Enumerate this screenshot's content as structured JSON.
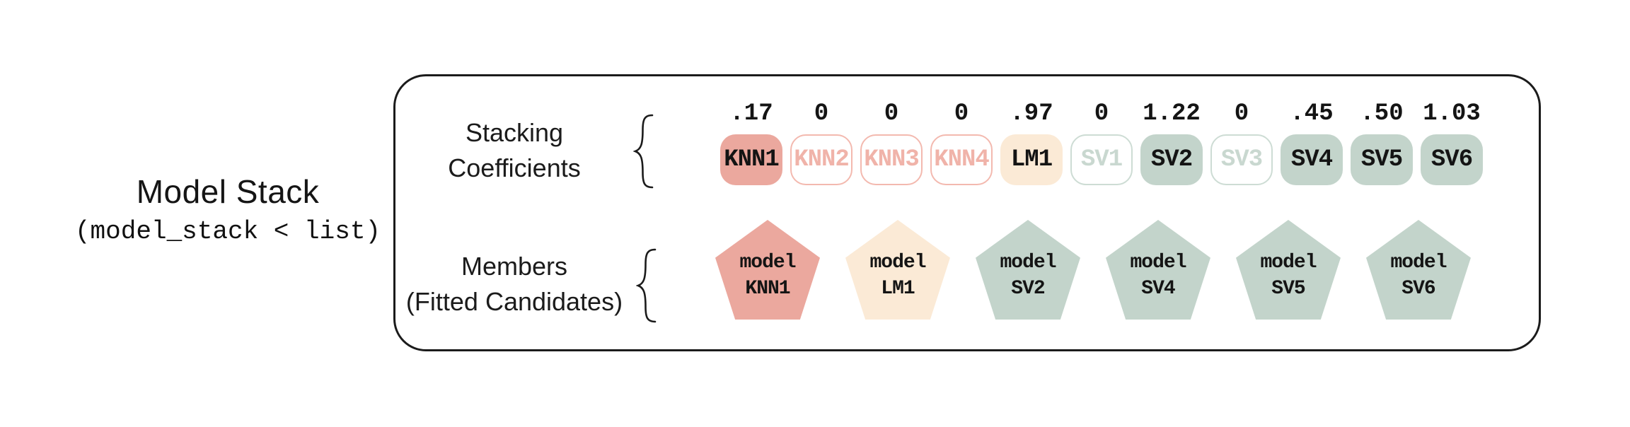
{
  "left": {
    "title": "Model Stack",
    "code": "(model_stack < list)"
  },
  "panel": {
    "row_labels": {
      "stacking_line1": "Stacking",
      "stacking_line2": "Coefficients",
      "members_line1": "Members",
      "members_line2": "(Fitted Candidates)"
    },
    "coefficients": [
      {
        "value": ".17",
        "model": "KNN1",
        "tone": "salmon"
      },
      {
        "value": "0",
        "model": "KNN2",
        "tone": "salmon-muted"
      },
      {
        "value": "0",
        "model": "KNN3",
        "tone": "salmon-muted"
      },
      {
        "value": "0",
        "model": "KNN4",
        "tone": "salmon-muted"
      },
      {
        "value": ".97",
        "model": "LM1",
        "tone": "cream"
      },
      {
        "value": "0",
        "model": "SV1",
        "tone": "sage-muted"
      },
      {
        "value": "1.22",
        "model": "SV2",
        "tone": "sage"
      },
      {
        "value": "0",
        "model": "SV3",
        "tone": "sage-muted"
      },
      {
        "value": ".45",
        "model": "SV4",
        "tone": "sage"
      },
      {
        "value": ".50",
        "model": "SV5",
        "tone": "sage"
      },
      {
        "value": "1.03",
        "model": "SV6",
        "tone": "sage"
      }
    ],
    "members": [
      {
        "line1": "model",
        "line2": "KNN1",
        "tone": "salmon"
      },
      {
        "line1": "model",
        "line2": "LM1",
        "tone": "cream"
      },
      {
        "line1": "model",
        "line2": "SV2",
        "tone": "sage"
      },
      {
        "line1": "model",
        "line2": "SV4",
        "tone": "sage"
      },
      {
        "line1": "model",
        "line2": "SV5",
        "tone": "sage"
      },
      {
        "line1": "model",
        "line2": "SV6",
        "tone": "sage"
      }
    ],
    "colors": {
      "ink": "#1b1b1b",
      "salmon": "#eba89e",
      "salmon_muted_border": "#f3b9af",
      "salmon_muted_text": "#f0b3a9",
      "cream": "#fbead6",
      "sage": "#c3d4cb",
      "sage_muted_border": "#cddcd4",
      "sage_muted_text": "#c9d8d0"
    }
  }
}
